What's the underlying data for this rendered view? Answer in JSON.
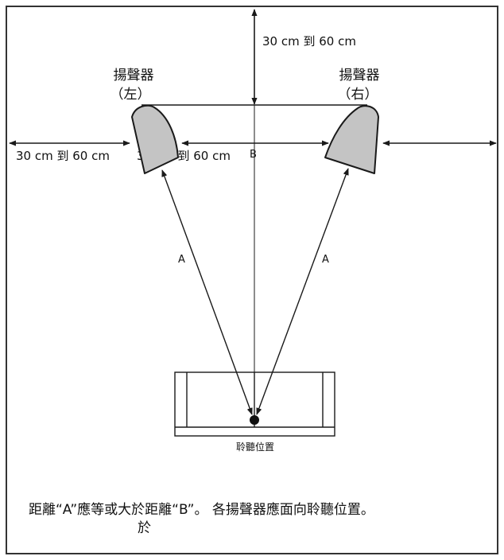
{
  "top_distance_label": "30 cm 到 60 cm",
  "left_distance_label": "30 cm 到 60 cm",
  "center_distance_label": "30 cm 到 60 cm",
  "speaker_left": {
    "name": "揚聲器",
    "side": "（左）"
  },
  "speaker_right": {
    "name": "揚聲器",
    "side": "（右）"
  },
  "label_a": "A",
  "label_b": "B",
  "listening_position_label": "聆聽位置",
  "note": {
    "line1": "距離“A”應等或大於距離“B”。 各揚聲器應面向聆聽位置。",
    "line2": "於"
  },
  "colors": {
    "speaker_fill": "#c4c4c4",
    "line": "#1a1a1a",
    "frame": "#333333"
  },
  "icons": [
    "speaker-left-icon",
    "speaker-right-icon",
    "sofa-icon",
    "listener-dot-icon"
  ]
}
